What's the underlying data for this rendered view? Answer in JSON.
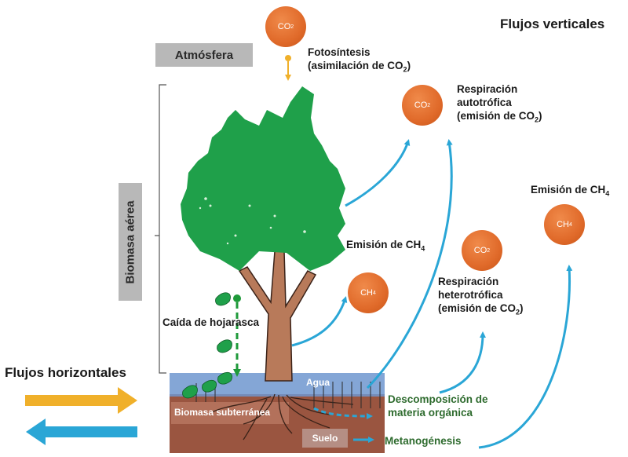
{
  "title": "Flujos verticales",
  "atmosphere_label": "Atmósfera",
  "biomass_above_label": "Biomasa aérea",
  "biomass_below_label": "Biomasa subterránea",
  "water_label": "Agua",
  "soil_label": "Suelo",
  "horizontal_label": "Flujos horizontales",
  "bubbles": [
    {
      "base": "CO",
      "sub": "2"
    },
    {
      "base": "CO",
      "sub": "2"
    },
    {
      "base": "CH",
      "sub": "4"
    },
    {
      "base": "CO",
      "sub": "2"
    },
    {
      "base": "CH",
      "sub": "4"
    }
  ],
  "processes": {
    "photosynthesis": {
      "line1": "Fotosíntesis",
      "line2_pre": "(asimilación de CO",
      "line2_sub": "2",
      "line2_post": ")"
    },
    "autotrophic": {
      "line1": "Respiración",
      "line2": "autotrófica",
      "line3_pre": "(emisión de CO",
      "line3_sub": "2",
      "line3_post": ")"
    },
    "methane_right": {
      "pre": "Emisión de CH",
      "sub": "4"
    },
    "methane_left": {
      "pre": "Emisión de CH",
      "sub": "4"
    },
    "heterotrophic": {
      "line1": "Respiración",
      "line2": "heterotrófica",
      "line3_pre": "(emisión de CO",
      "line3_sub": "2",
      "line3_post": ")"
    },
    "litterfall": "Caída de hojarasca",
    "decomposition": {
      "line1": "Descomposición de",
      "line2": "materia orgánica"
    },
    "methanogenesis": "Metanogénesis"
  },
  "colors": {
    "bubble": "#e06a2a",
    "tree_green": "#1fa04a",
    "trunk": "#b87a5a",
    "arrow_blue": "#2aa6d6",
    "arrow_orange": "#f0b02a",
    "arrow_green": "#1f9a3a",
    "water": "#6f97cf",
    "soil": "#9a5540",
    "process_green": "#2e6b2e"
  }
}
